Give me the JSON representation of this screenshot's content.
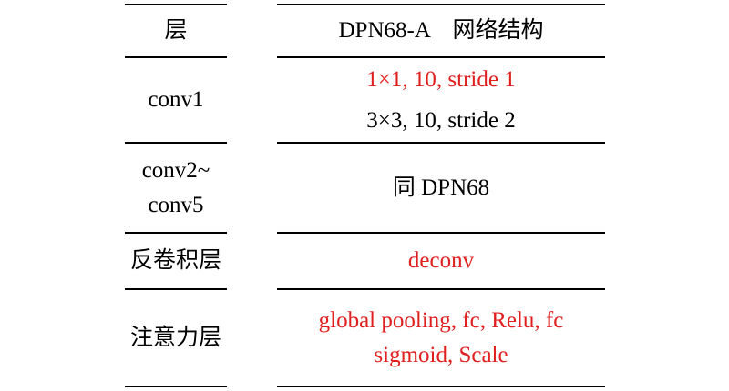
{
  "colors": {
    "highlight": "#e0201f",
    "text": "#000000",
    "rule": "#000000"
  },
  "table": {
    "header": {
      "col1": "层",
      "col2": "DPN68-A　网络结构"
    },
    "rows": [
      {
        "layer": "conv1",
        "lines": [
          {
            "text": "1×1, 10, stride 1",
            "highlight": true
          },
          {
            "text": "3×3, 10, stride 2",
            "highlight": false
          }
        ]
      },
      {
        "layer_lines": [
          "conv2~",
          "conv5"
        ],
        "lines": [
          {
            "text": "同 DPN68",
            "highlight": false
          }
        ]
      },
      {
        "layer": "反卷积层",
        "lines": [
          {
            "text": "deconv",
            "highlight": true
          }
        ]
      },
      {
        "layer": "注意力层",
        "lines": [
          {
            "text": "global pooling, fc, Relu, fc",
            "highlight": true
          },
          {
            "text": "sigmoid, Scale",
            "highlight": true
          }
        ]
      }
    ]
  }
}
